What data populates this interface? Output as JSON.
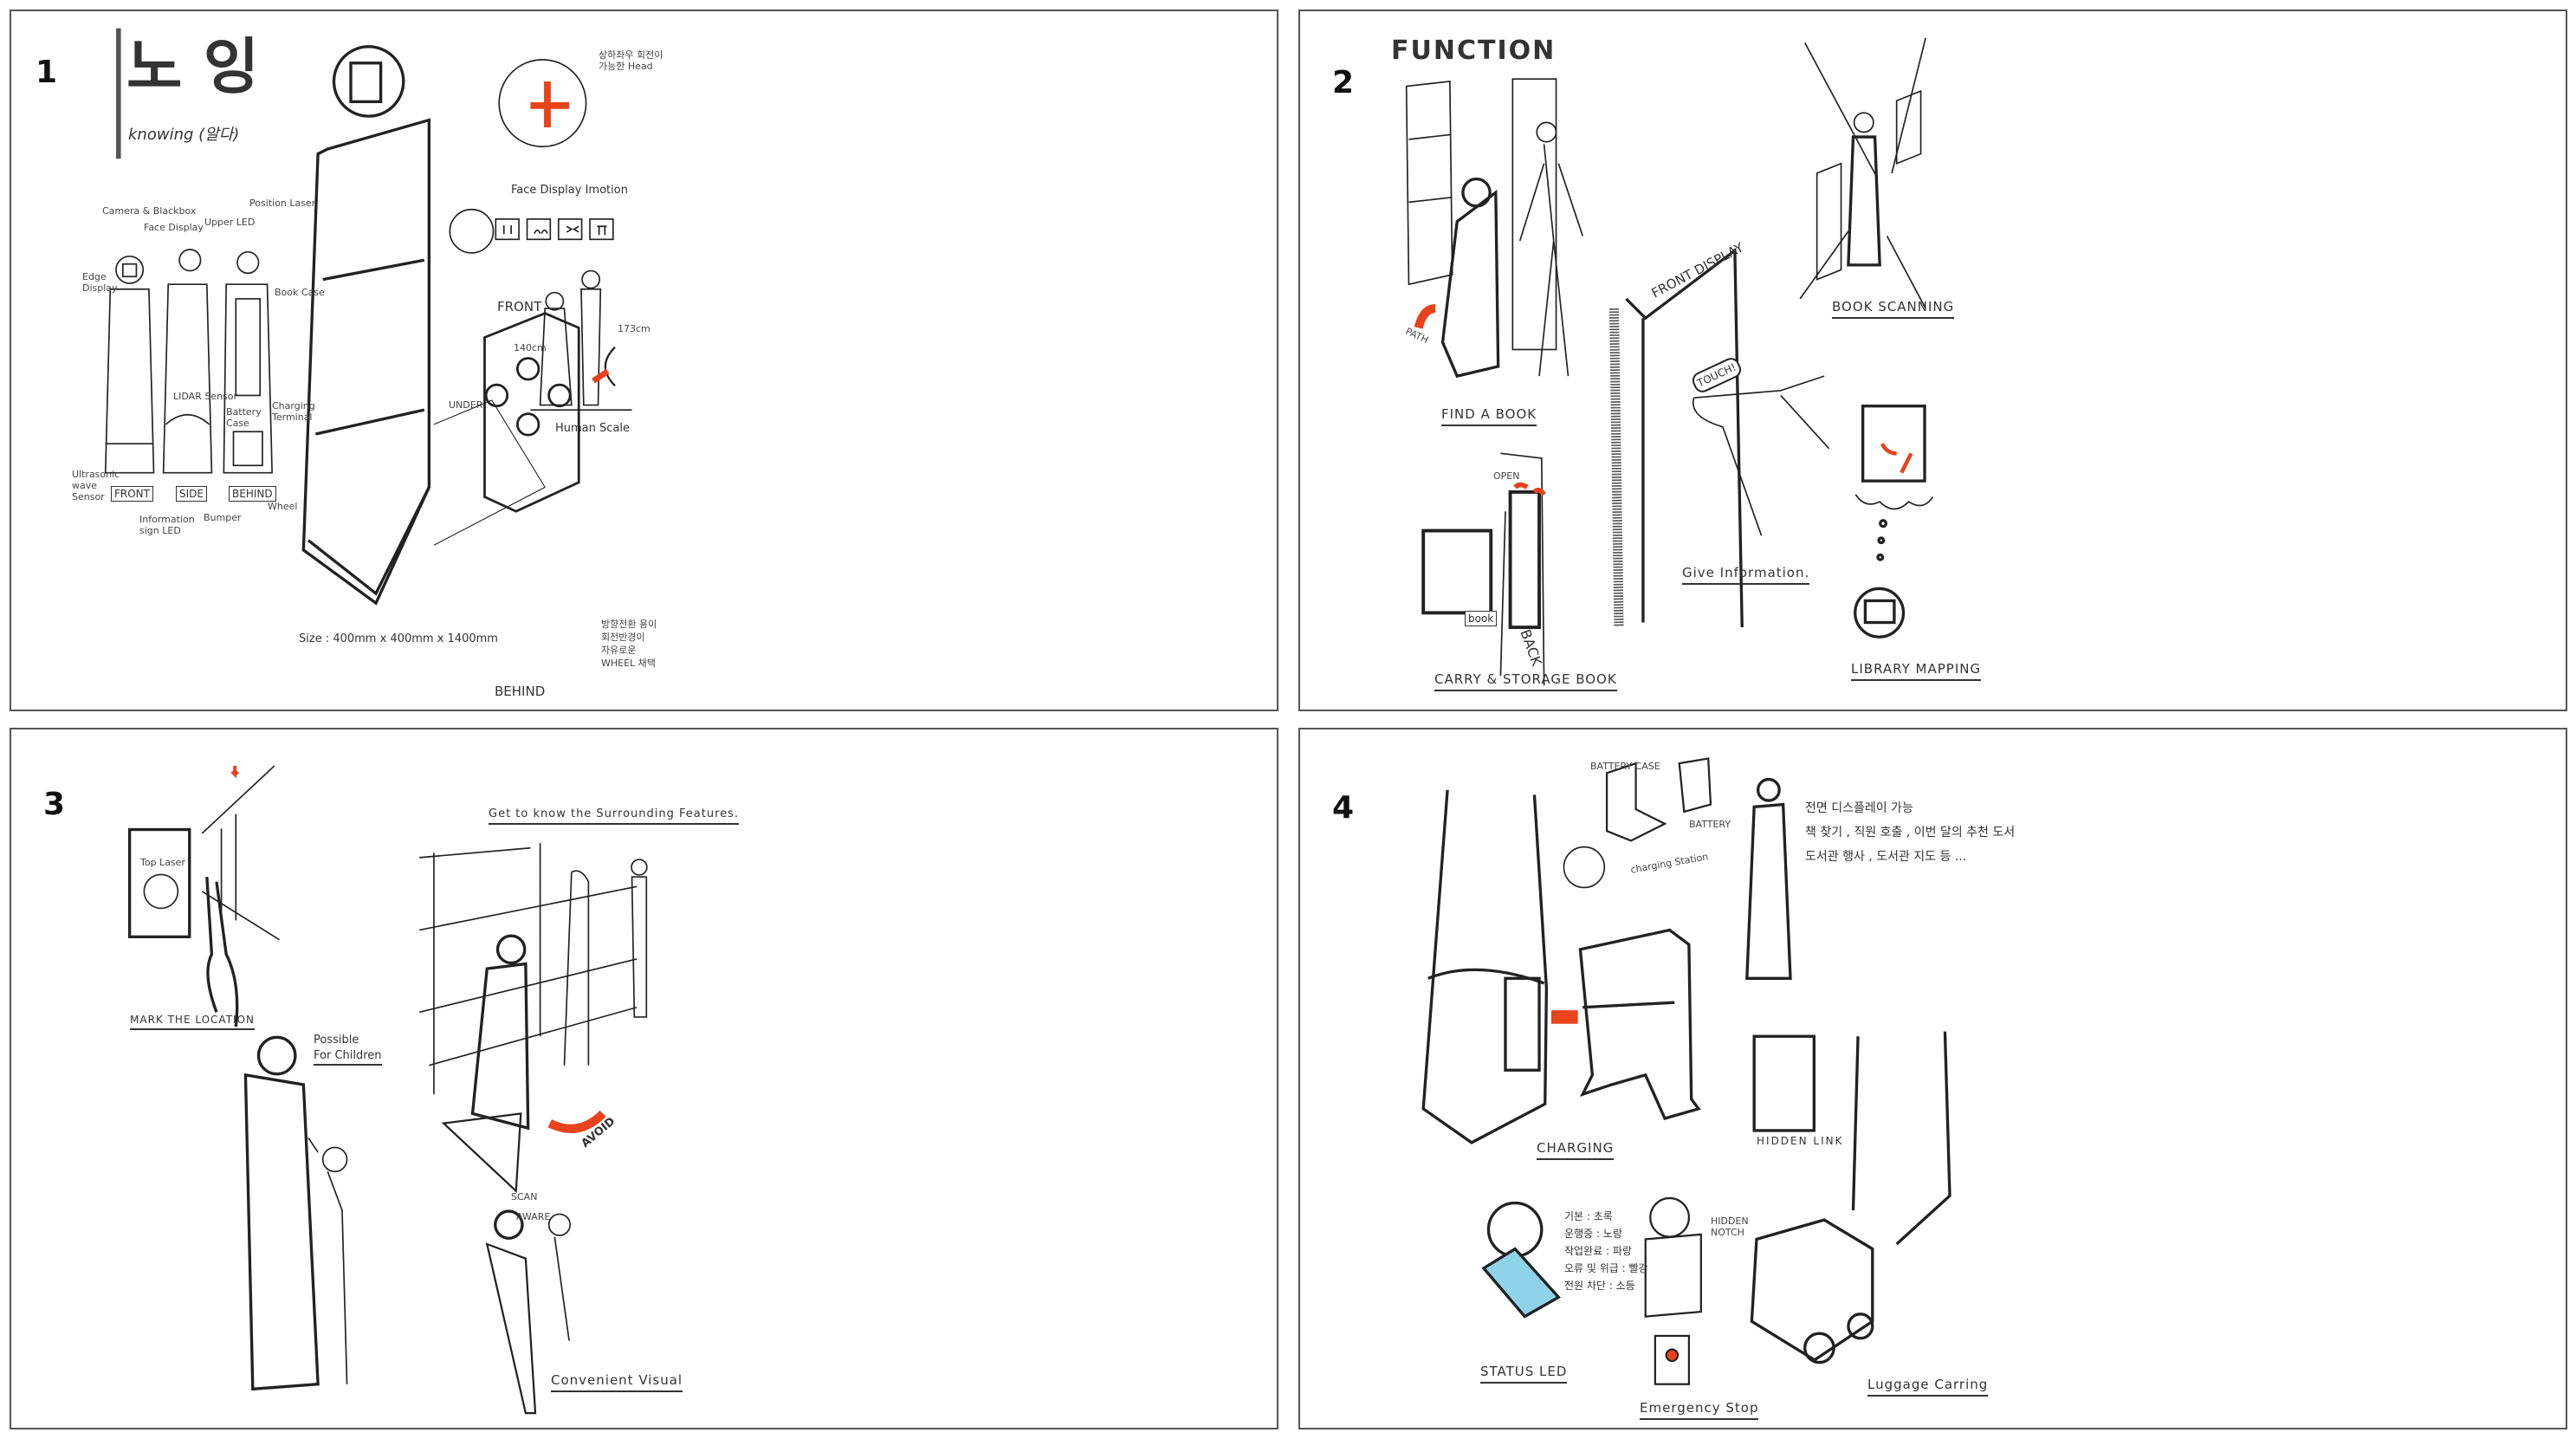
{
  "panels": [
    {
      "number": "1",
      "title": "노 잉",
      "subtitle": "knowing (알다)",
      "views": {
        "front": "FRONT",
        "side": "SIDE",
        "behind": "BEHIND"
      },
      "callouts": {
        "camera": "Camera & Blackbox",
        "face_display": "Face Display",
        "edge_display": "Edge Display",
        "upper_led": "Upper LED",
        "position_laser": "Position Laser",
        "book_case": "Book Case",
        "lidar": "LIDAR Sensor",
        "battery_case": "Battery Case",
        "charging_terminal": "Charging Terminal",
        "ultrasonic": "Ultrasonic wave Sensor",
        "info_led": "Information sign LED",
        "bumper": "Bumper",
        "wheel": "Wheel"
      },
      "head_note": "상하좌우 회전이 가능한 Head",
      "face_display_title": "Face Display Imotion",
      "human_scale": "Human Scale",
      "robot_height": "140cm",
      "human_height": "173cm",
      "size": "Size : 400mm x 400mm x 1400mm",
      "base": {
        "front": "FRONT",
        "behind": "BEHIND",
        "under": "UNDER"
      },
      "wheel_note": [
        "방향전환 용이",
        "회전반경이",
        "자유로운",
        "WHEEL 채택"
      ]
    },
    {
      "number": "2",
      "heading": "FUNCTION",
      "find_book": "FIND A BOOK",
      "path": "PATH",
      "book_scanning": "BOOK SCANNING",
      "front_display": "FRONT DISPLAY",
      "touch": "TOUCH!",
      "give_info": "Give Information.",
      "library_mapping": "LIBRARY MAPPING",
      "carry": "CARRY & STORAGE BOOK",
      "open": "OPEN",
      "back": "BACK",
      "book": "book"
    },
    {
      "number": "3",
      "top_laser": "Top Laser",
      "mark": "MARK THE LOCATION",
      "children": [
        "Possible",
        "For Children"
      ],
      "surrounding": "Get to know the Surrounding Features.",
      "scan": "SCAN",
      "aware": "AWARE",
      "avoid": "AVOID",
      "visual": "Convenient Visual"
    },
    {
      "number": "4",
      "battery_case": "BATTERY CASE",
      "battery": "BATTERY",
      "station": "charging Station",
      "charging": "CHARGING",
      "display_notes": [
        "전면 디스플레이 가능",
        "책 찾기 , 직원 호출 , 이번 달의 추천 도서",
        "도서관 행사 , 도서관 지도 등 ..."
      ],
      "hidden_link": "HIDDEN LINK",
      "status_led": "STATUS LED",
      "led_states": [
        "기본 : 초록",
        "운행중 : 노랑",
        "작업완료 : 파랑",
        "오류 및 위급 : 빨강",
        "전원 차단 : 소등"
      ],
      "hidden_notch": "HIDDEN NOTCH",
      "emergency": "Emergency Stop",
      "luggage": "Luggage Carring"
    }
  ],
  "colors": {
    "accent": "#e8431c",
    "led": "#8fd3e8",
    "ink": "#222222"
  }
}
